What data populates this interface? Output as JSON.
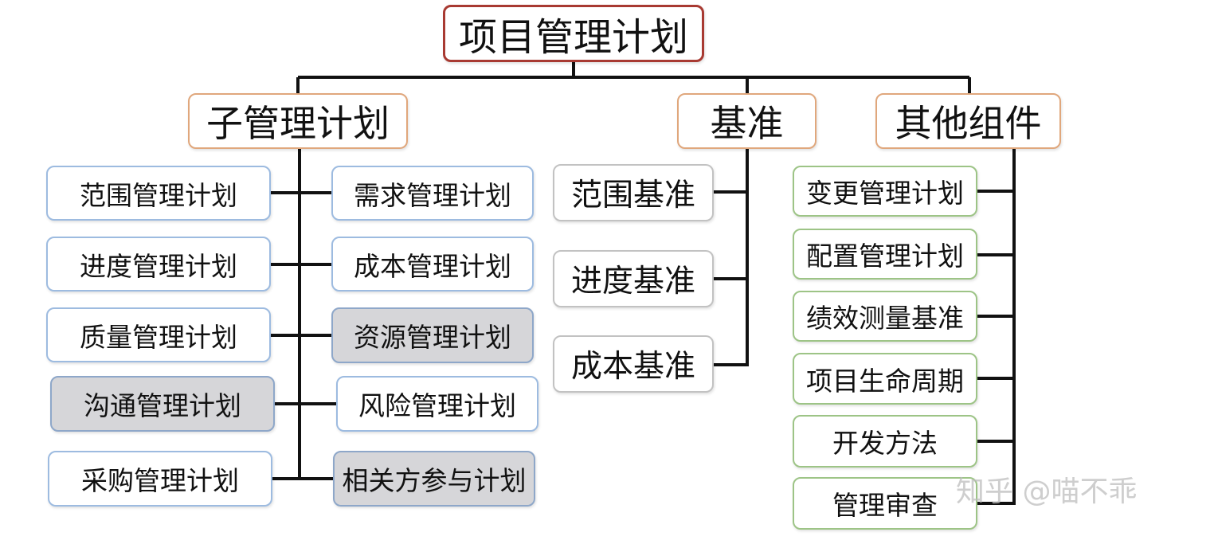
{
  "root": {
    "label": "项目管理计划"
  },
  "categories": {
    "sub_plans": {
      "label": "子管理计划"
    },
    "baselines": {
      "label": "基准"
    },
    "other": {
      "label": "其他组件"
    }
  },
  "sub_plans_left": [
    {
      "label": "范围管理计划",
      "highlighted": false
    },
    {
      "label": "进度管理计划",
      "highlighted": false
    },
    {
      "label": "质量管理计划",
      "highlighted": false
    },
    {
      "label": "沟通管理计划",
      "highlighted": true
    },
    {
      "label": "采购管理计划",
      "highlighted": false
    }
  ],
  "sub_plans_right": [
    {
      "label": "需求管理计划",
      "highlighted": false
    },
    {
      "label": "成本管理计划",
      "highlighted": false
    },
    {
      "label": "资源管理计划",
      "highlighted": true
    },
    {
      "label": "风险管理计划",
      "highlighted": false
    },
    {
      "label": "相关方参与计划",
      "highlighted": true
    }
  ],
  "baselines": [
    {
      "label": "范围基准"
    },
    {
      "label": "进度基准"
    },
    {
      "label": "成本基准"
    }
  ],
  "other_components": [
    {
      "label": "变更管理计划"
    },
    {
      "label": "配置管理计划"
    },
    {
      "label": "绩效测量基准"
    },
    {
      "label": "项目生命周期"
    },
    {
      "label": "开发方法"
    },
    {
      "label": "管理审查"
    }
  ],
  "watermark": "知乎 @喵不乖",
  "colors": {
    "root_border": "#a83a32",
    "category_border": "#e0a77c",
    "sub_plan_border": "#9dbbe0",
    "highlight_fill": "#d6d6d9",
    "other_border": "#9dc486",
    "connector": "#111111"
  }
}
